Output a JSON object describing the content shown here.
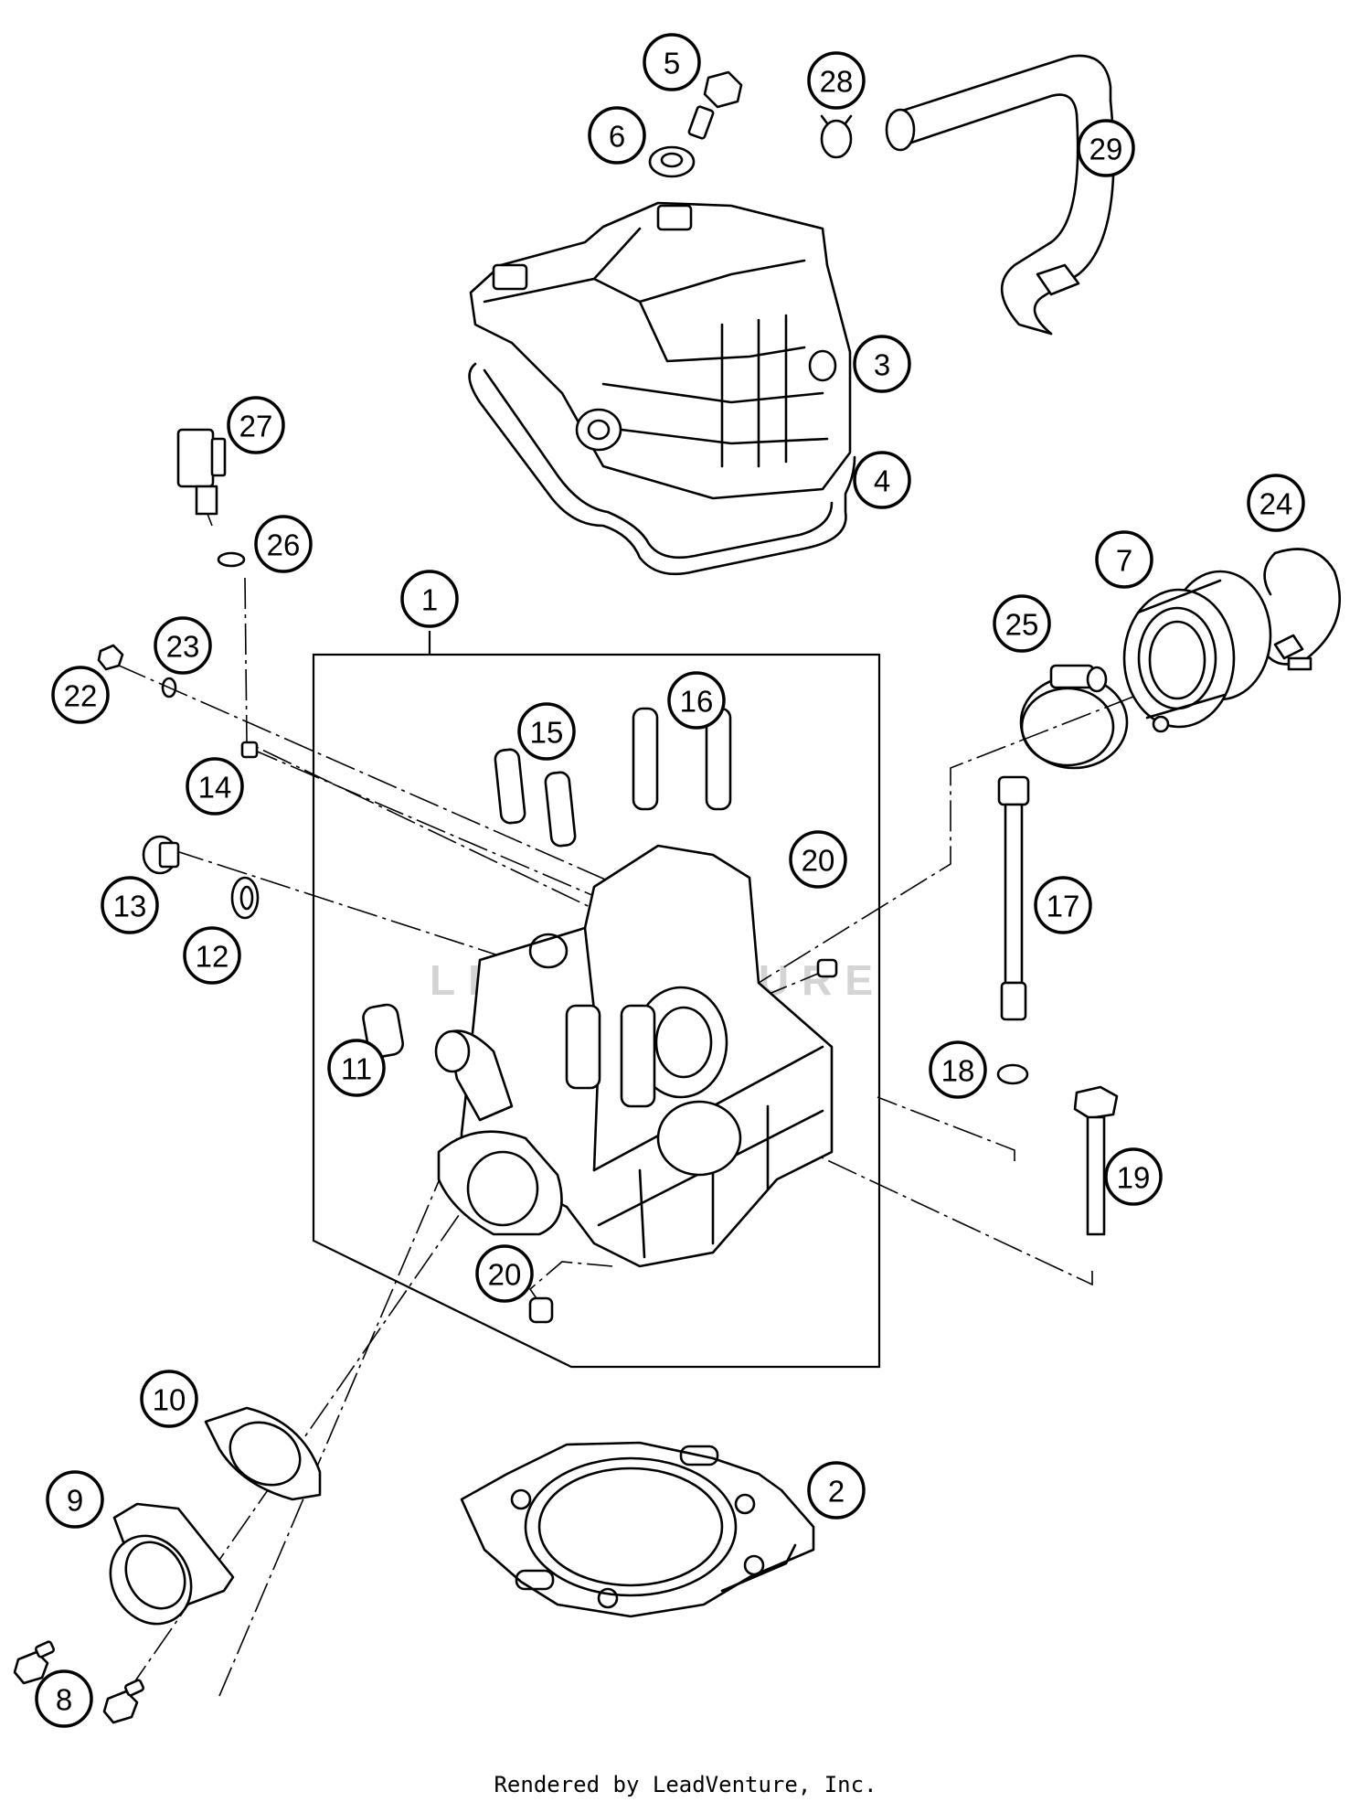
{
  "diagram": {
    "callouts": [
      {
        "id": "1",
        "label": "1"
      },
      {
        "id": "2",
        "label": "2"
      },
      {
        "id": "3",
        "label": "3"
      },
      {
        "id": "4",
        "label": "4"
      },
      {
        "id": "5",
        "label": "5"
      },
      {
        "id": "6",
        "label": "6"
      },
      {
        "id": "7",
        "label": "7"
      },
      {
        "id": "8",
        "label": "8"
      },
      {
        "id": "9",
        "label": "9"
      },
      {
        "id": "10",
        "label": "10"
      },
      {
        "id": "11",
        "label": "11"
      },
      {
        "id": "12",
        "label": "12"
      },
      {
        "id": "13",
        "label": "13"
      },
      {
        "id": "14",
        "label": "14"
      },
      {
        "id": "15",
        "label": "15"
      },
      {
        "id": "16",
        "label": "16"
      },
      {
        "id": "17",
        "label": "17"
      },
      {
        "id": "18",
        "label": "18"
      },
      {
        "id": "19",
        "label": "19"
      },
      {
        "id": "20a",
        "label": "20"
      },
      {
        "id": "20b",
        "label": "20"
      },
      {
        "id": "22",
        "label": "22"
      },
      {
        "id": "23",
        "label": "23"
      },
      {
        "id": "24",
        "label": "24"
      },
      {
        "id": "25",
        "label": "25"
      },
      {
        "id": "26",
        "label": "26"
      },
      {
        "id": "27",
        "label": "27"
      },
      {
        "id": "28",
        "label": "28"
      },
      {
        "id": "29",
        "label": "29"
      }
    ]
  },
  "footer": {
    "text": "Rendered by LeadVenture, Inc."
  },
  "watermark": {
    "text": "LEADVENTURE"
  }
}
